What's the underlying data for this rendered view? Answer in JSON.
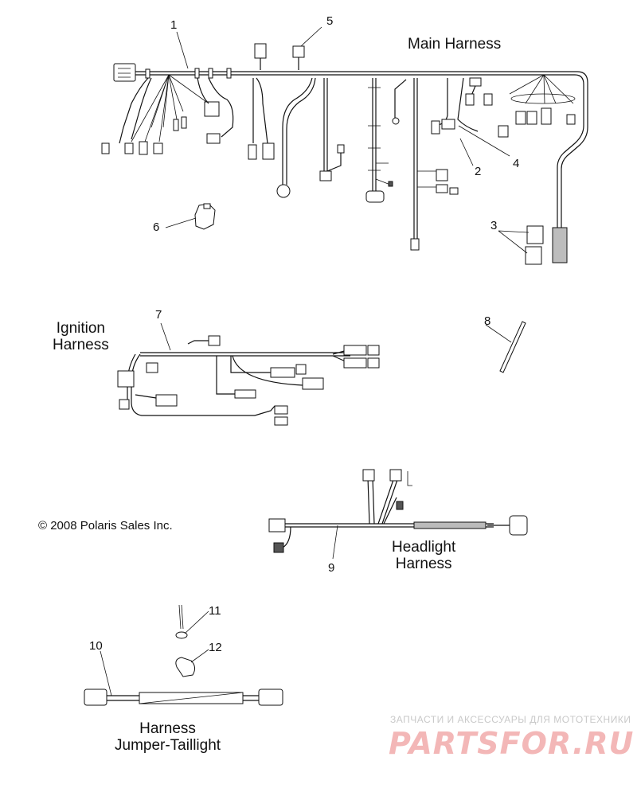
{
  "labels": {
    "main": "Main Harness",
    "ignition_line1": "Ignition",
    "ignition_line2": "Harness",
    "headlight_line1": "Headlight",
    "headlight_line2": "Harness",
    "jumper_line1": "Harness",
    "jumper_line2": "Jumper-Taillight"
  },
  "callouts": {
    "n1": "1",
    "n2": "2",
    "n3": "3",
    "n4": "4",
    "n5": "5",
    "n6": "6",
    "n7": "7",
    "n8": "8",
    "n9": "9",
    "n10": "10",
    "n11": "11",
    "n12": "12"
  },
  "copyright": "© 2008 Polaris Sales Inc.",
  "watermark": {
    "tagline": "ЗАПЧАСТИ И АКСЕССУАРЫ ДЛЯ МОТОТЕХНИКИ",
    "logo": "PARTSFOR.RU"
  }
}
